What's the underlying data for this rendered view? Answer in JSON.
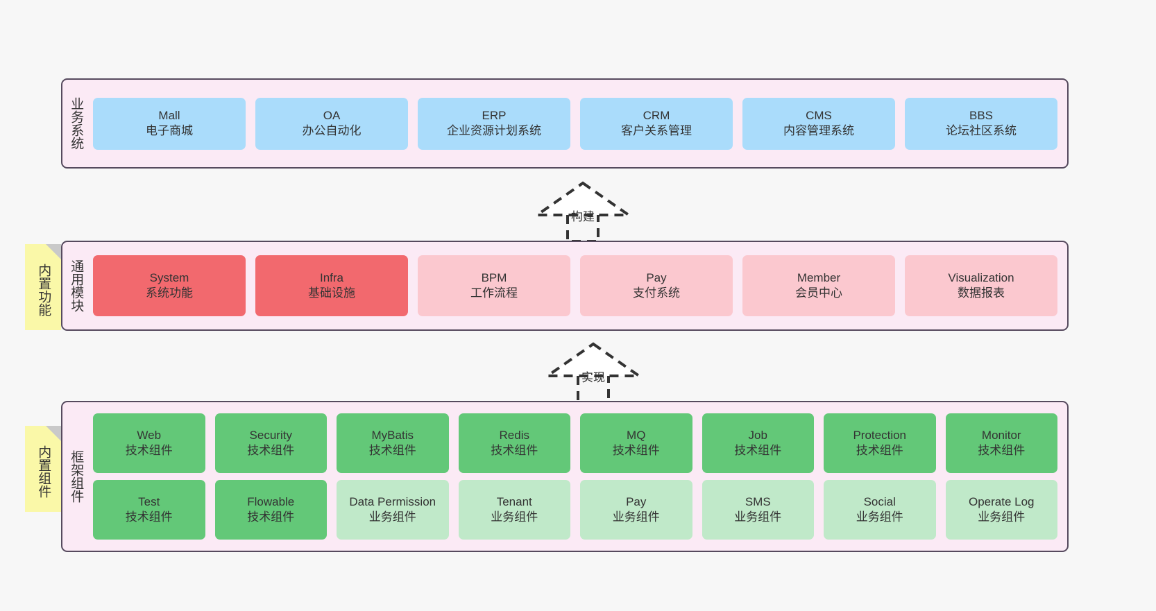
{
  "diagram": {
    "background_color": "#f7f7f7",
    "layer_border_color": "#564a5e",
    "layer_background_color": "#fbeaf5",
    "sticky_color": "#faf8a8"
  },
  "layers": [
    {
      "id": "business",
      "title": "业务系统",
      "cell_color": "#aadcfb",
      "rows": [
        [
          {
            "en": "Mall",
            "cn": "电子商城"
          },
          {
            "en": "OA",
            "cn": "办公自动化"
          },
          {
            "en": "ERP",
            "cn": "企业资源计划系统"
          },
          {
            "en": "CRM",
            "cn": "客户关系管理"
          },
          {
            "en": "CMS",
            "cn": "内容管理系统"
          },
          {
            "en": "BBS",
            "cn": "论坛社区系统"
          }
        ]
      ]
    },
    {
      "id": "modules",
      "title": "通用模块",
      "rows": [
        [
          {
            "en": "System",
            "cn": "系统功能",
            "color": "#f2696e"
          },
          {
            "en": "Infra",
            "cn": "基础设施",
            "color": "#f2696e"
          },
          {
            "en": "BPM",
            "cn": "工作流程",
            "color": "#fbc8cf"
          },
          {
            "en": "Pay",
            "cn": "支付系统",
            "color": "#fbc8cf"
          },
          {
            "en": "Member",
            "cn": "会员中心",
            "color": "#fbc8cf"
          },
          {
            "en": "Visualization",
            "cn": "数据报表",
            "color": "#fbc8cf"
          }
        ]
      ]
    },
    {
      "id": "framework",
      "title": "框架组件",
      "rows": [
        [
          {
            "en": "Web",
            "cn": "技术组件",
            "color": "#63c878"
          },
          {
            "en": "Security",
            "cn": "技术组件",
            "color": "#63c878"
          },
          {
            "en": "MyBatis",
            "cn": "技术组件",
            "color": "#63c878"
          },
          {
            "en": "Redis",
            "cn": "技术组件",
            "color": "#63c878"
          },
          {
            "en": "MQ",
            "cn": "技术组件",
            "color": "#63c878"
          },
          {
            "en": "Job",
            "cn": "技术组件",
            "color": "#63c878"
          },
          {
            "en": "Protection",
            "cn": "技术组件",
            "color": "#63c878"
          },
          {
            "en": "Monitor",
            "cn": "技术组件",
            "color": "#63c878"
          }
        ],
        [
          {
            "en": "Test",
            "cn": "技术组件",
            "color": "#63c878"
          },
          {
            "en": "Flowable",
            "cn": "技术组件",
            "color": "#63c878"
          },
          {
            "en": "Data Permission",
            "cn": "业务组件",
            "color": "#c0e9c9"
          },
          {
            "en": "Tenant",
            "cn": "业务组件",
            "color": "#c0e9c9"
          },
          {
            "en": "Pay",
            "cn": "业务组件",
            "color": "#c0e9c9"
          },
          {
            "en": "SMS",
            "cn": "业务组件",
            "color": "#c0e9c9"
          },
          {
            "en": "Social",
            "cn": "业务组件",
            "color": "#c0e9c9"
          },
          {
            "en": "Operate Log",
            "cn": "业务组件",
            "color": "#c0e9c9"
          }
        ]
      ]
    }
  ],
  "sticky_notes": [
    {
      "id": "functions",
      "text": "内置功能"
    },
    {
      "id": "components",
      "text": "内置组件"
    }
  ],
  "arrows": [
    {
      "id": "build",
      "label": "构建",
      "style": "dashed-generalization"
    },
    {
      "id": "implement",
      "label": "实现",
      "style": "dashed-generalization"
    }
  ]
}
